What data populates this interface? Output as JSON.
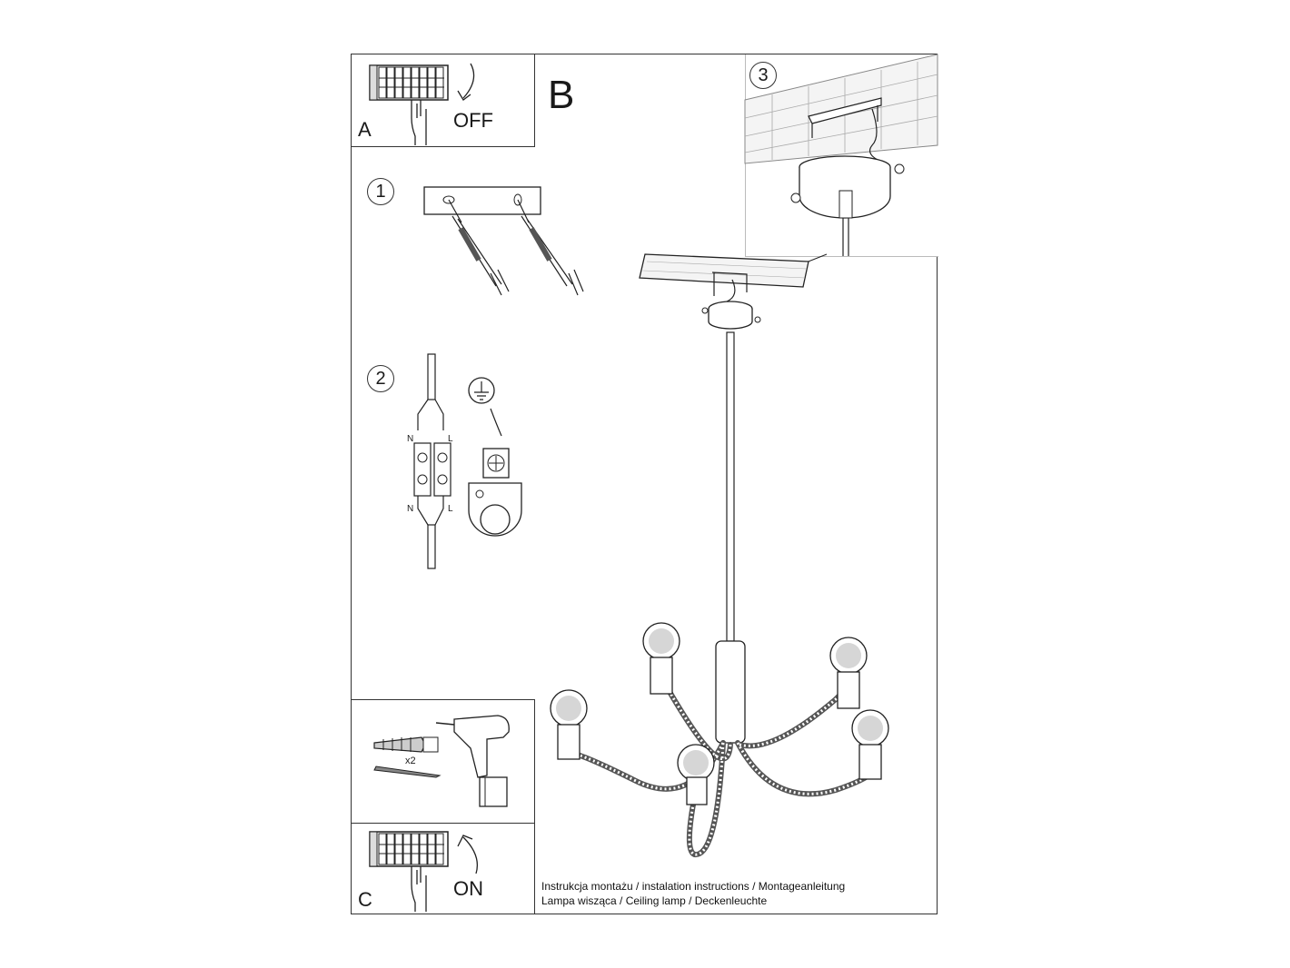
{
  "panel_a": {
    "letter": "A",
    "action": "OFF"
  },
  "panel_b": {
    "letter": "B"
  },
  "panel_c": {
    "letter": "C",
    "action": "ON"
  },
  "steps": [
    "1",
    "2",
    "3"
  ],
  "wiring": {
    "neutral": "N",
    "live": "L"
  },
  "tools": {
    "quantity": "x2"
  },
  "caption": {
    "line1": "Instrukcja montażu / instalation instructions / Montageanleitung",
    "line2": "Lampa wisząca / Ceiling lamp  / Deckenleuchte"
  }
}
